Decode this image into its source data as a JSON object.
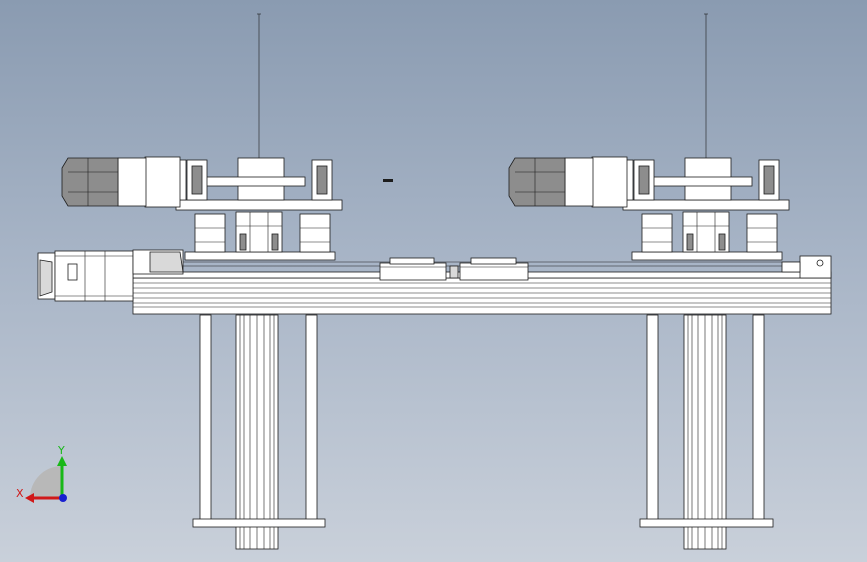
{
  "viewport": {
    "background_top": "#8a9bb1",
    "background_bottom": "#c9d0da"
  },
  "model": {
    "view": "front view",
    "assemblies": [
      "left-motor-pulley-assembly",
      "right-motor-pulley-assembly",
      "linear-rail-frame"
    ]
  },
  "triad": {
    "x_label": "X",
    "y_label": "Y",
    "x_color": "#d01818",
    "y_color": "#18b818",
    "z_color": "#1820d0"
  },
  "colors": {
    "line": "#1d1d1d",
    "part_fill": "#f4f4f4",
    "motor_dark": "#8d8d8d"
  }
}
